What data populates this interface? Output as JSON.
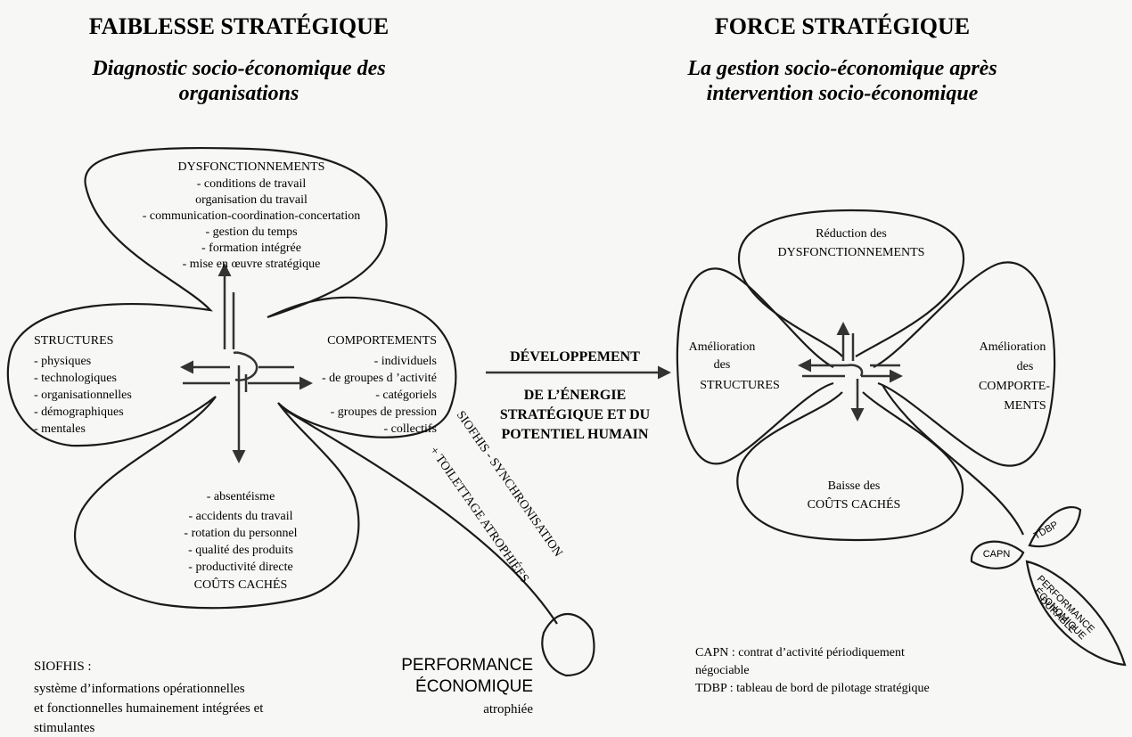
{
  "left": {
    "title": "FAIBLESSE STRATÉGIQUE",
    "subtitle_line1": "Diagnostic socio-économique des",
    "subtitle_line2": "organisations",
    "top_petal": {
      "heading": "DYSFONCTIONNEMENTS",
      "items": [
        "- conditions de travail",
        "organisation du travail",
        "- communication-coordination-concertation",
        "- gestion du temps",
        "- formation intégrée",
        "- mise en œuvre stratégique"
      ]
    },
    "left_petal": {
      "heading": "STRUCTURES",
      "items": [
        "- physiques",
        "- technologiques",
        "- organisationnelles",
        "- démographiques",
        "- mentales"
      ]
    },
    "right_petal": {
      "heading": "COMPORTEMENTS",
      "items": [
        "- individuels",
        "- de groupes d ’activité",
        "- catégoriels",
        "- groupes de pression",
        "- collectifs"
      ]
    },
    "bottom_petal": {
      "items": [
        "- absentéisme",
        "- accidents du travail",
        "- rotation du personnel",
        "- qualité des produits",
        "- productivité directe"
      ],
      "heading": "COÛTS CACHÉS"
    },
    "stem_line1": "SIOFHIS - SYNCHRONISATION",
    "stem_line2": "+ TOILETTAGE ATROPHIÉES",
    "performance": [
      "PERFORMANCE",
      "ÉCONOMIQUE",
      "atrophiée"
    ],
    "siofhis_legend": [
      "SIOFHIS :",
      "système d’informations opérationnelles",
      "et fonctionnelles humainement intégrées et",
      "stimulantes"
    ]
  },
  "center": {
    "arrow_label": "DÉVELOPPEMENT",
    "lines": [
      "DE L’ÉNERGIE",
      "STRATÉGIQUE ET DU",
      "POTENTIEL HUMAIN"
    ]
  },
  "right": {
    "title": "FORCE STRATÉGIQUE",
    "subtitle_line1": "La gestion socio-économique après",
    "subtitle_line2": "intervention socio-économique",
    "top_petal": [
      "Réduction des",
      "DYSFONCTIONNEMENTS"
    ],
    "left_petal": [
      "Amélioration",
      "des",
      "STRUCTURES"
    ],
    "right_petal": [
      "Amélioration",
      "des",
      "COMPORTE-",
      "MENTS"
    ],
    "bottom_petal": [
      "Baisse des",
      "COÛTS CACHÉS"
    ],
    "leaf_capn": "CAPN",
    "leaf_tdbp": "TDBP",
    "leaf_perf": [
      "PERFORMANCE",
      "ÉCONOMIQUE",
      "DURABLE"
    ],
    "legend": [
      "CAPN : contrat d’activité périodiquement",
      "négociable",
      "TDBP : tableau de bord de pilotage stratégique"
    ]
  }
}
